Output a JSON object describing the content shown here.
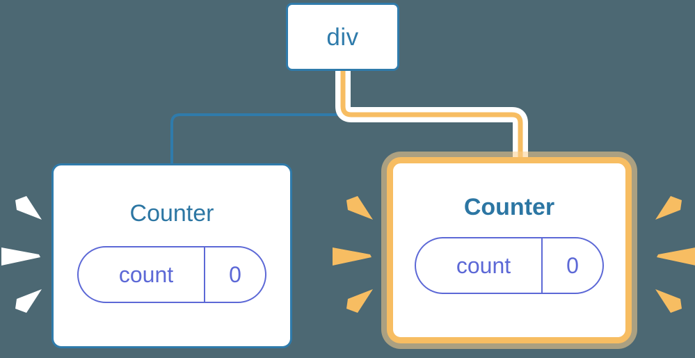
{
  "diagram": {
    "title": "component-tree-rerender",
    "background_color": "#4c6873"
  },
  "colors": {
    "background": "#4c6873",
    "node_fill": "#ffffff",
    "blue_border": "#2f7bab",
    "blue_text": "#2c76a3",
    "orange_highlight": "#f7bd62",
    "orange_glow": "#facd8d",
    "pill_border": "#5c68d6",
    "pill_text": "#5c68d6",
    "white_ray": "#ffffff",
    "wire_blue": "#2f7bab",
    "wire_orange": "#f7bd62",
    "wire_halo": "#ffffff"
  },
  "nodes": {
    "root": {
      "label": "div",
      "highlighted": false
    },
    "counter_left": {
      "label": "Counter",
      "highlighted": false,
      "state": {
        "key": "count",
        "value": "0"
      }
    },
    "counter_right": {
      "label": "Counter",
      "highlighted": true,
      "state": {
        "key": "count",
        "value": "0"
      }
    }
  },
  "edges": [
    {
      "name": "div-to-counter-left",
      "from": "root",
      "to": "counter_left",
      "style": "blue"
    },
    {
      "name": "div-to-counter-right",
      "from": "root",
      "to": "counter_right",
      "style": "orange-highlighted"
    }
  ],
  "decorations": {
    "ray_clusters": [
      {
        "name": "rays-left-white",
        "color": "#ffffff",
        "count": 3,
        "direction": "right"
      },
      {
        "name": "rays-mid-orange",
        "color": "#f7bd62",
        "count": 3,
        "direction": "right"
      },
      {
        "name": "rays-right-orange",
        "color": "#f7bd62",
        "count": 3,
        "direction": "left"
      }
    ]
  }
}
